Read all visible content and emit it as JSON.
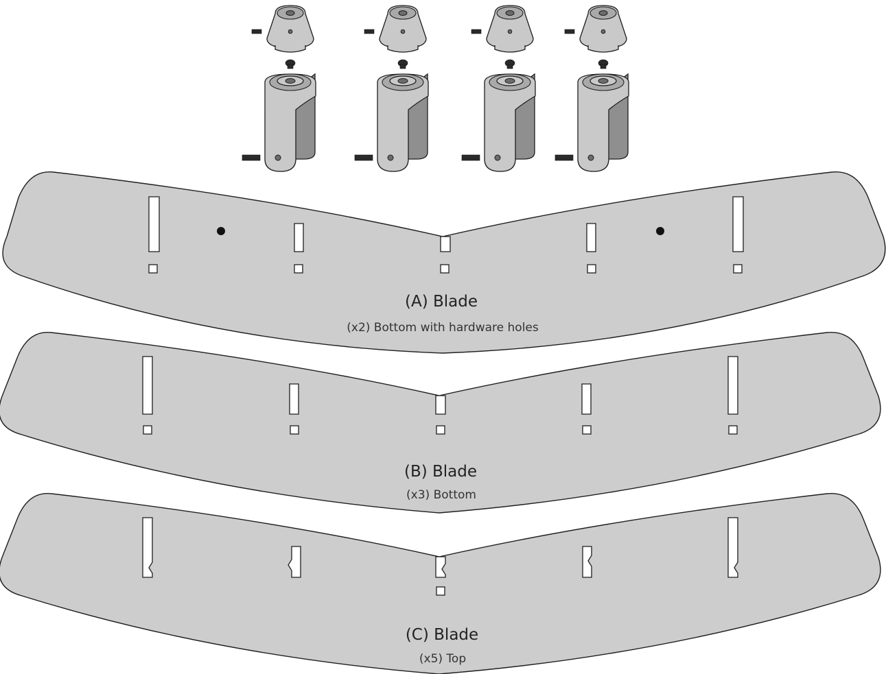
{
  "blades": [
    {
      "title": "(A) Blade",
      "subtitle": "(x2) Bottom with hardware holes"
    },
    {
      "title": "(B) Blade",
      "subtitle": "(x3) Bottom"
    },
    {
      "title": "(C) Blade",
      "subtitle": "(x5) Top"
    }
  ],
  "hardware_set_count": 4,
  "colors": {
    "panel": "#cdcdcd",
    "outline": "#1e1e1e",
    "hardware_light": "#c9c9c9",
    "hardware_dark": "#8f8f8f"
  }
}
